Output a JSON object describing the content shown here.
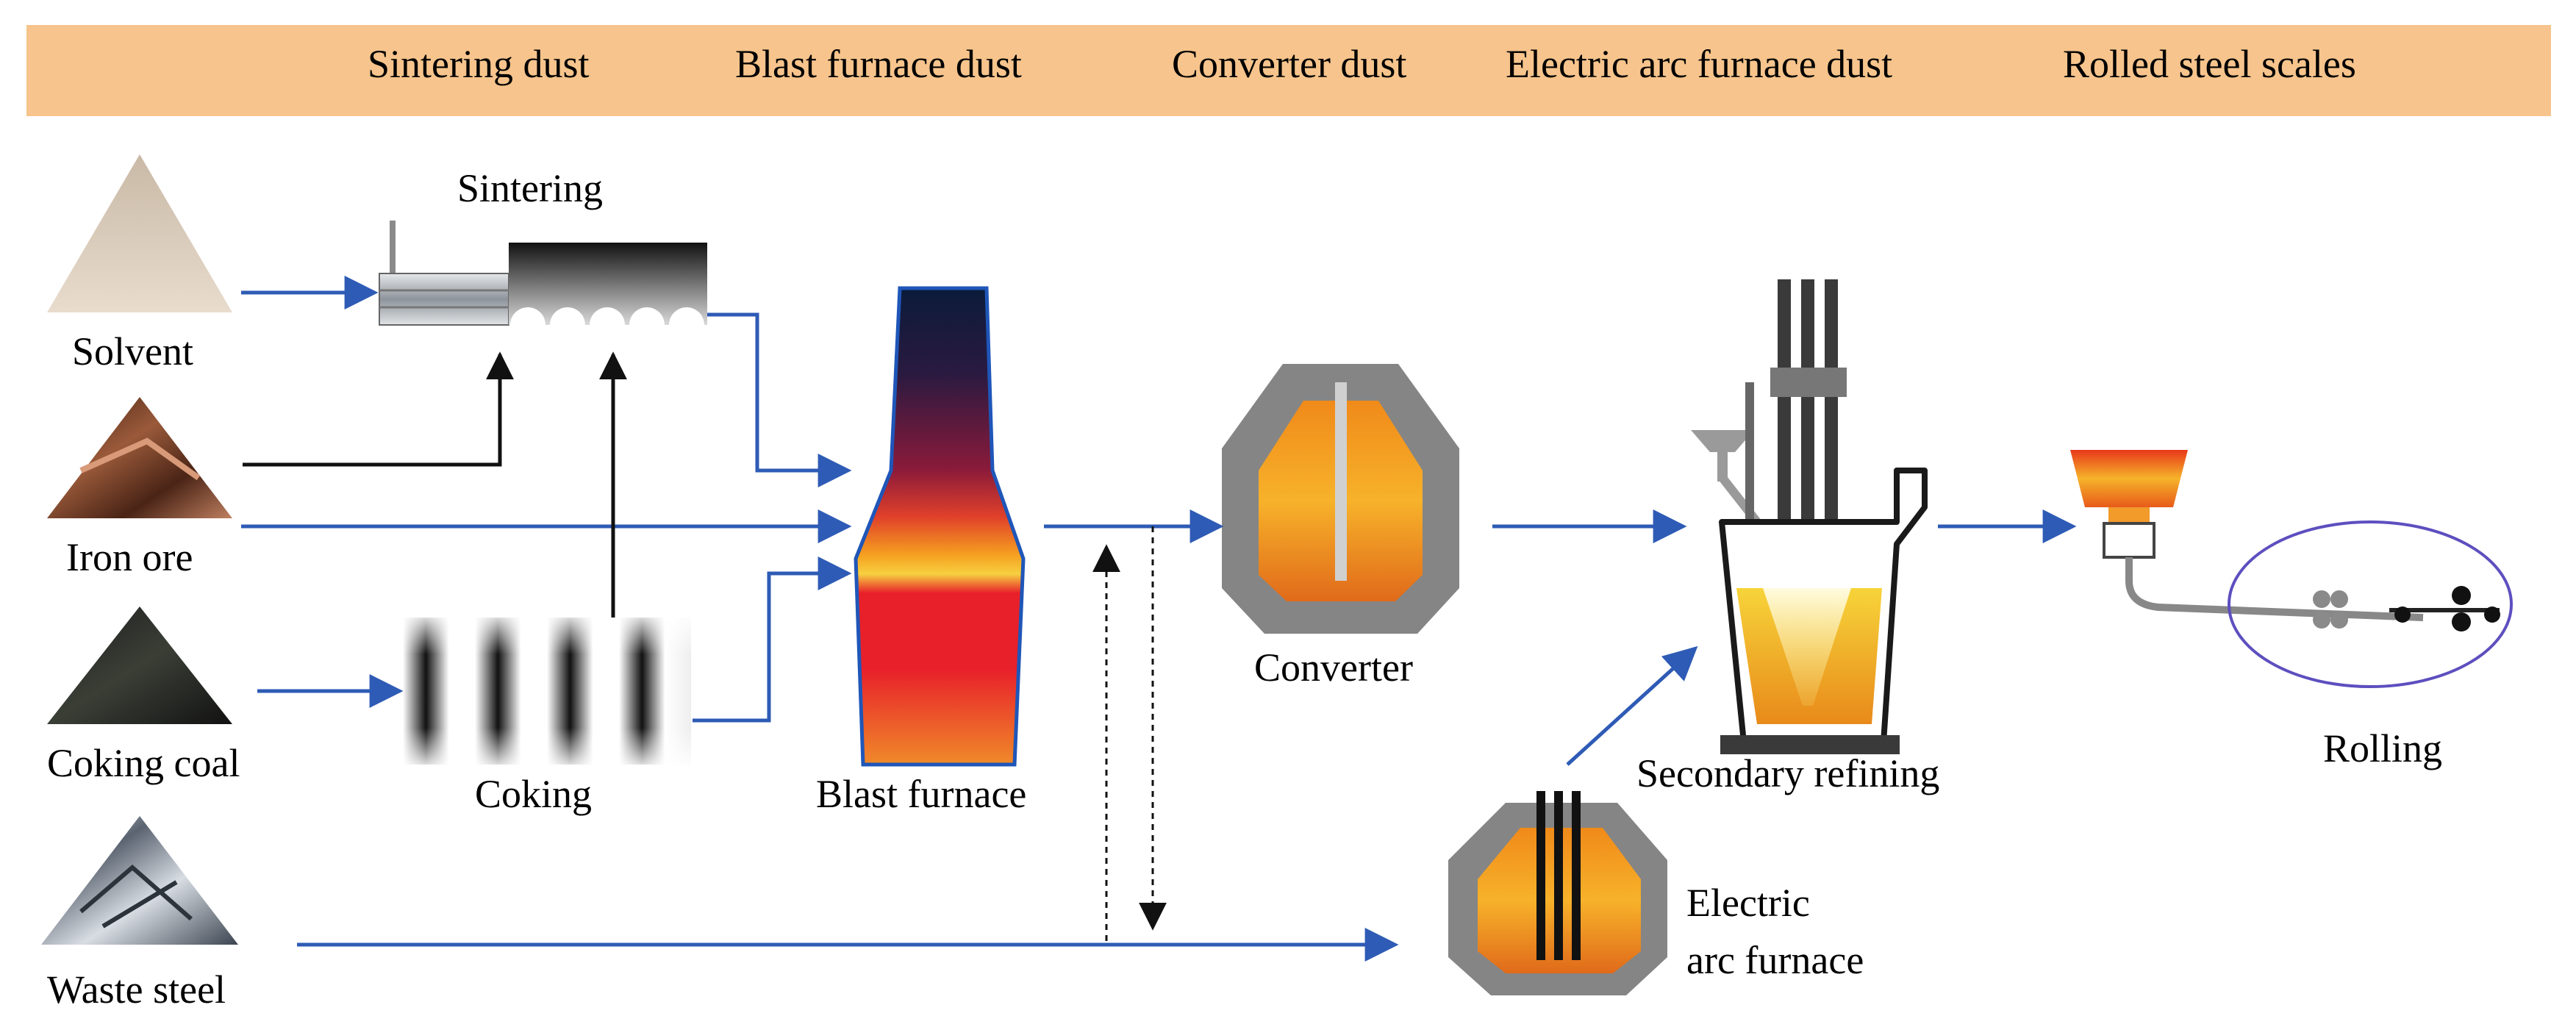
{
  "header": {
    "dust_types": [
      "Sintering dust",
      "Blast furnace dust",
      "Converter dust",
      "Electric arc furnace dust",
      "Rolled steel scales"
    ]
  },
  "materials": {
    "solvent": "Solvent",
    "iron_ore": "Iron ore",
    "coking_coal": "Coking coal",
    "waste_steel": "Waste steel"
  },
  "processes": {
    "sintering": "Sintering",
    "coking": "Coking",
    "blast_furnace": "Blast furnace",
    "converter": "Converter",
    "electric_arc_furnace_line1": "Electric",
    "electric_arc_furnace_line2": "arc furnace",
    "secondary_refining": "Secondary refining",
    "rolling": "Rolling"
  },
  "colors": {
    "banner": "#F6C48C",
    "flow_arrow": "#2E5BB5",
    "feed_arrow": "#111111",
    "furnace_shell": "#808080",
    "molten_metal": "#F7A21B"
  }
}
